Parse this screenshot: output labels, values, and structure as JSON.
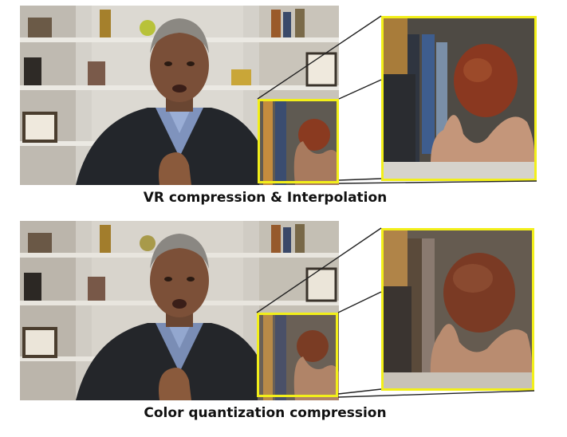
{
  "panels": [
    {
      "id": "top",
      "caption": "VR compression & Interpolation"
    },
    {
      "id": "bottom",
      "caption": "Color quantization compression"
    }
  ],
  "colors": {
    "highlight_border": "#f2ef1a",
    "connector_line": "#222222",
    "caption_text": "#111111"
  }
}
